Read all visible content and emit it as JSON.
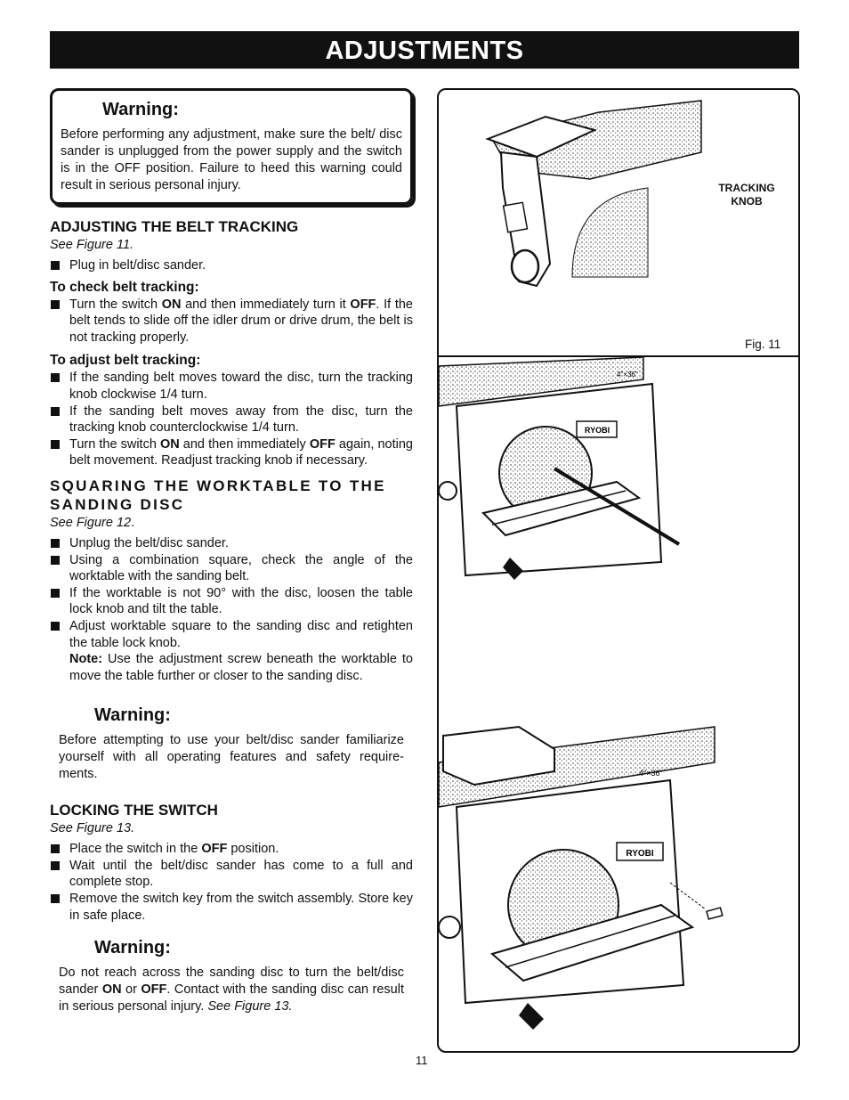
{
  "header": {
    "title": "ADJUSTMENTS"
  },
  "warning1": {
    "title": "Warning:",
    "text": "Before performing any adjustment, make sure the belt/ disc sander is unplugged from the power supply and the switch is in the OFF position. Failure to heed this warning could result in serious personal injury."
  },
  "belt_tracking": {
    "heading": "ADJUSTING THE BELT TRACKING",
    "see": "See Figure 11.",
    "bullet1": "Plug in belt/disc sander.",
    "check_heading": "To check belt tracking:",
    "check_a": "Turn the switch ",
    "check_on": "ON",
    "check_b": " and then immediately turn it ",
    "check_off": "OFF",
    "check_c": ". If the belt tends to slide off the idler drum or drive drum, the belt is not tracking properly.",
    "adjust_heading": "To adjust belt tracking:",
    "adjust1": "If the sanding belt moves toward the disc, turn the tracking knob clockwise 1/4 turn.",
    "adjust2": "If the sanding belt moves away from the disc, turn the tracking knob counterclockwise 1/4 turn.",
    "adjust3_a": "Turn the switch ",
    "adjust3_on": "ON",
    "adjust3_b": " and then immediately ",
    "adjust3_off": "OFF",
    "adjust3_c": " again, noting belt movement. Readjust tracking knob if necessary."
  },
  "squaring": {
    "heading": "SQUARING THE WORKTABLE TO THE SANDING DISC",
    "see": "See Figure 12",
    "see_dot": ".",
    "b1": "Unplug the belt/disc sander.",
    "b2": "Using a combination square, check the angle of the worktable with the sanding belt.",
    "b3": "If the worktable is not 90° with the disc, loosen the table lock knob and tilt the table.",
    "b4": "Adjust worktable square to the sanding disc and retighten the table lock knob.",
    "note_label": "Note:",
    "note_text": " Use the adjustment screw beneath the worktable to move the table further or closer to the sanding disc."
  },
  "warning2": {
    "title": "Warning:",
    "text": "Before attempting to use your belt/disc sander familiarize yourself with all operating features and safety require-ments."
  },
  "locking": {
    "heading": "LOCKING THE SWITCH",
    "see": "See Figure 13.",
    "b1_a": "Place the switch in the ",
    "b1_off": "OFF",
    "b1_b": " position.",
    "b2": "Wait until the belt/disc sander has come to a full and complete stop.",
    "b3": "Remove the switch key from the switch assembly. Store key in safe place."
  },
  "warning3": {
    "title": "Warning:",
    "text_a": "Do not reach across the sanding disc to turn the belt/disc sander ",
    "on": "ON",
    "text_b": " or ",
    "off": "OFF",
    "text_c": ". Contact with the sanding disc can result in serious personal injury. ",
    "see": "See Figure 13."
  },
  "figures": {
    "tracking_label_1": "TRACKING",
    "tracking_label_2": "KNOB",
    "fig11": "Fig. 11",
    "brand": "RYOBI",
    "belt_size": "4\"×36\""
  },
  "footer": {
    "page_number": "11"
  }
}
